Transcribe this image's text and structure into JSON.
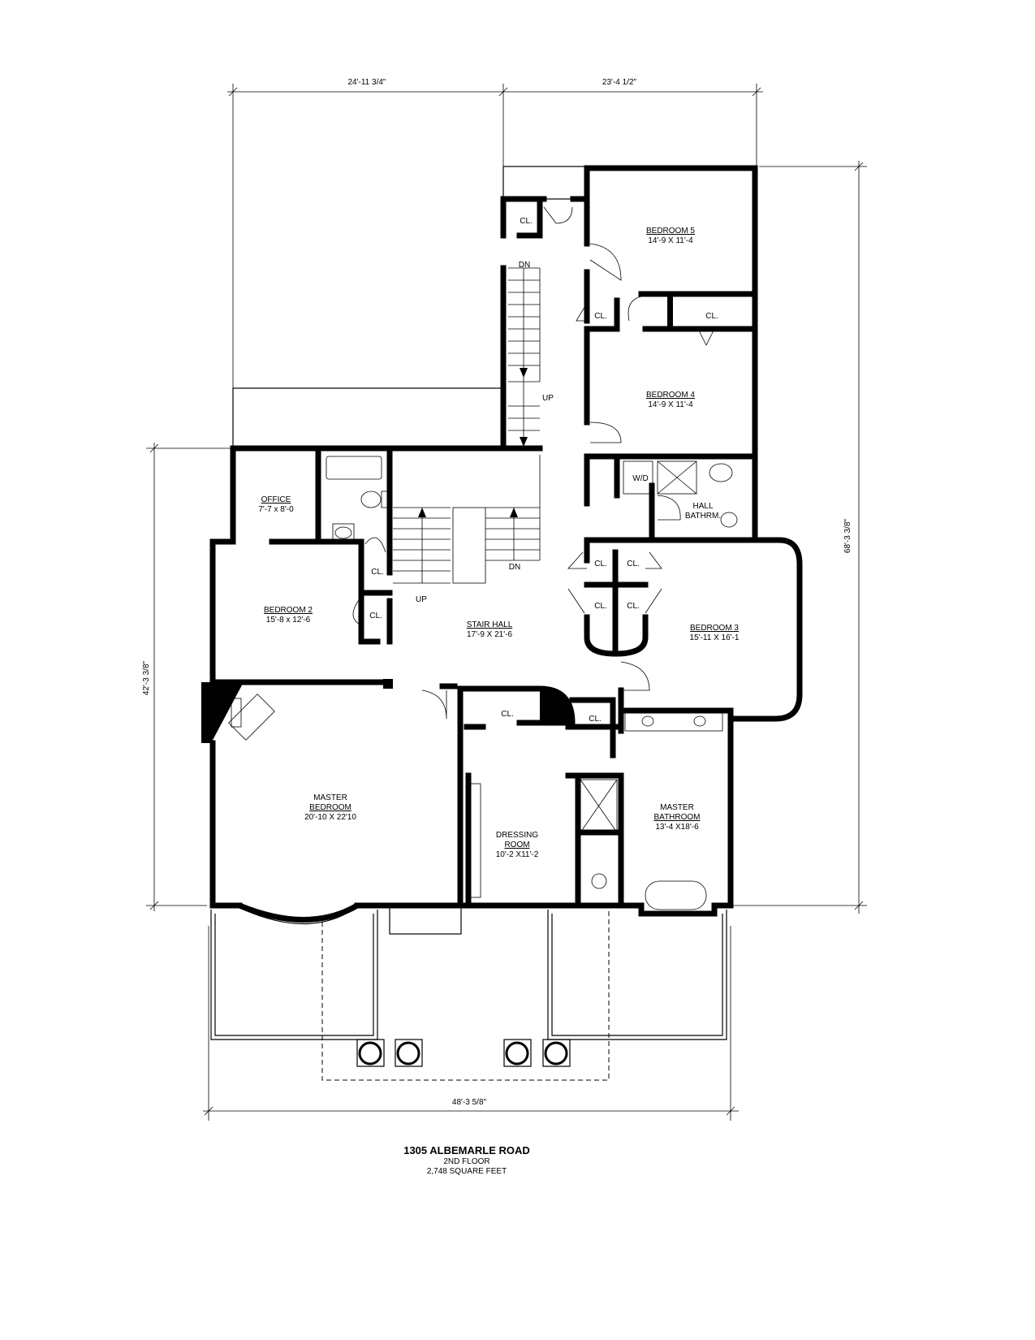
{
  "plan": {
    "title": "1305 ALBEMARLE ROAD",
    "floor": "2ND FLOOR",
    "area": "2,748 SQUARE FEET"
  },
  "dimensions": {
    "top_left": "24'-11 3/4\"",
    "top_right": "23'-4 1/2\"",
    "right": "68'-3 3/8\"",
    "left": "42'-3 3/8\"",
    "bottom": "48'-3 5/8\""
  },
  "rooms": [
    {
      "name": "BEDROOM 5",
      "size": "14'-9 X 11'-4"
    },
    {
      "name": "BEDROOM 4",
      "size": "14'-9 X 11'-4"
    },
    {
      "name": "OFFICE",
      "size": "7'-7 x 8'-0"
    },
    {
      "name": "BEDROOM 2",
      "size": "15'-8 x 12'-6"
    },
    {
      "name": "STAIR HALL",
      "size": "17'-9 X 21'-6"
    },
    {
      "name": "BEDROOM 3",
      "size": "15'-11 X 16'-1"
    },
    {
      "name": "HALL BATHRM.",
      "size": ""
    },
    {
      "name": "MASTER BEDROOM",
      "size": "20'-10 X 22'10"
    },
    {
      "name": "DRESSING ROOM",
      "size": "10'-2 X11'-2"
    },
    {
      "name": "MASTER BATHROOM",
      "size": "13'-4 X18'-6"
    }
  ],
  "labels": {
    "closet": "CL.",
    "up": "UP",
    "down": "DN",
    "washer_dryer": "W/D",
    "hall": "HALL",
    "bathrm": "BATHRM.",
    "master": "MASTER",
    "bedroom": "BEDROOM",
    "bathroom": "BATHROOM",
    "dressing": "DRESSING",
    "room": "ROOM"
  }
}
